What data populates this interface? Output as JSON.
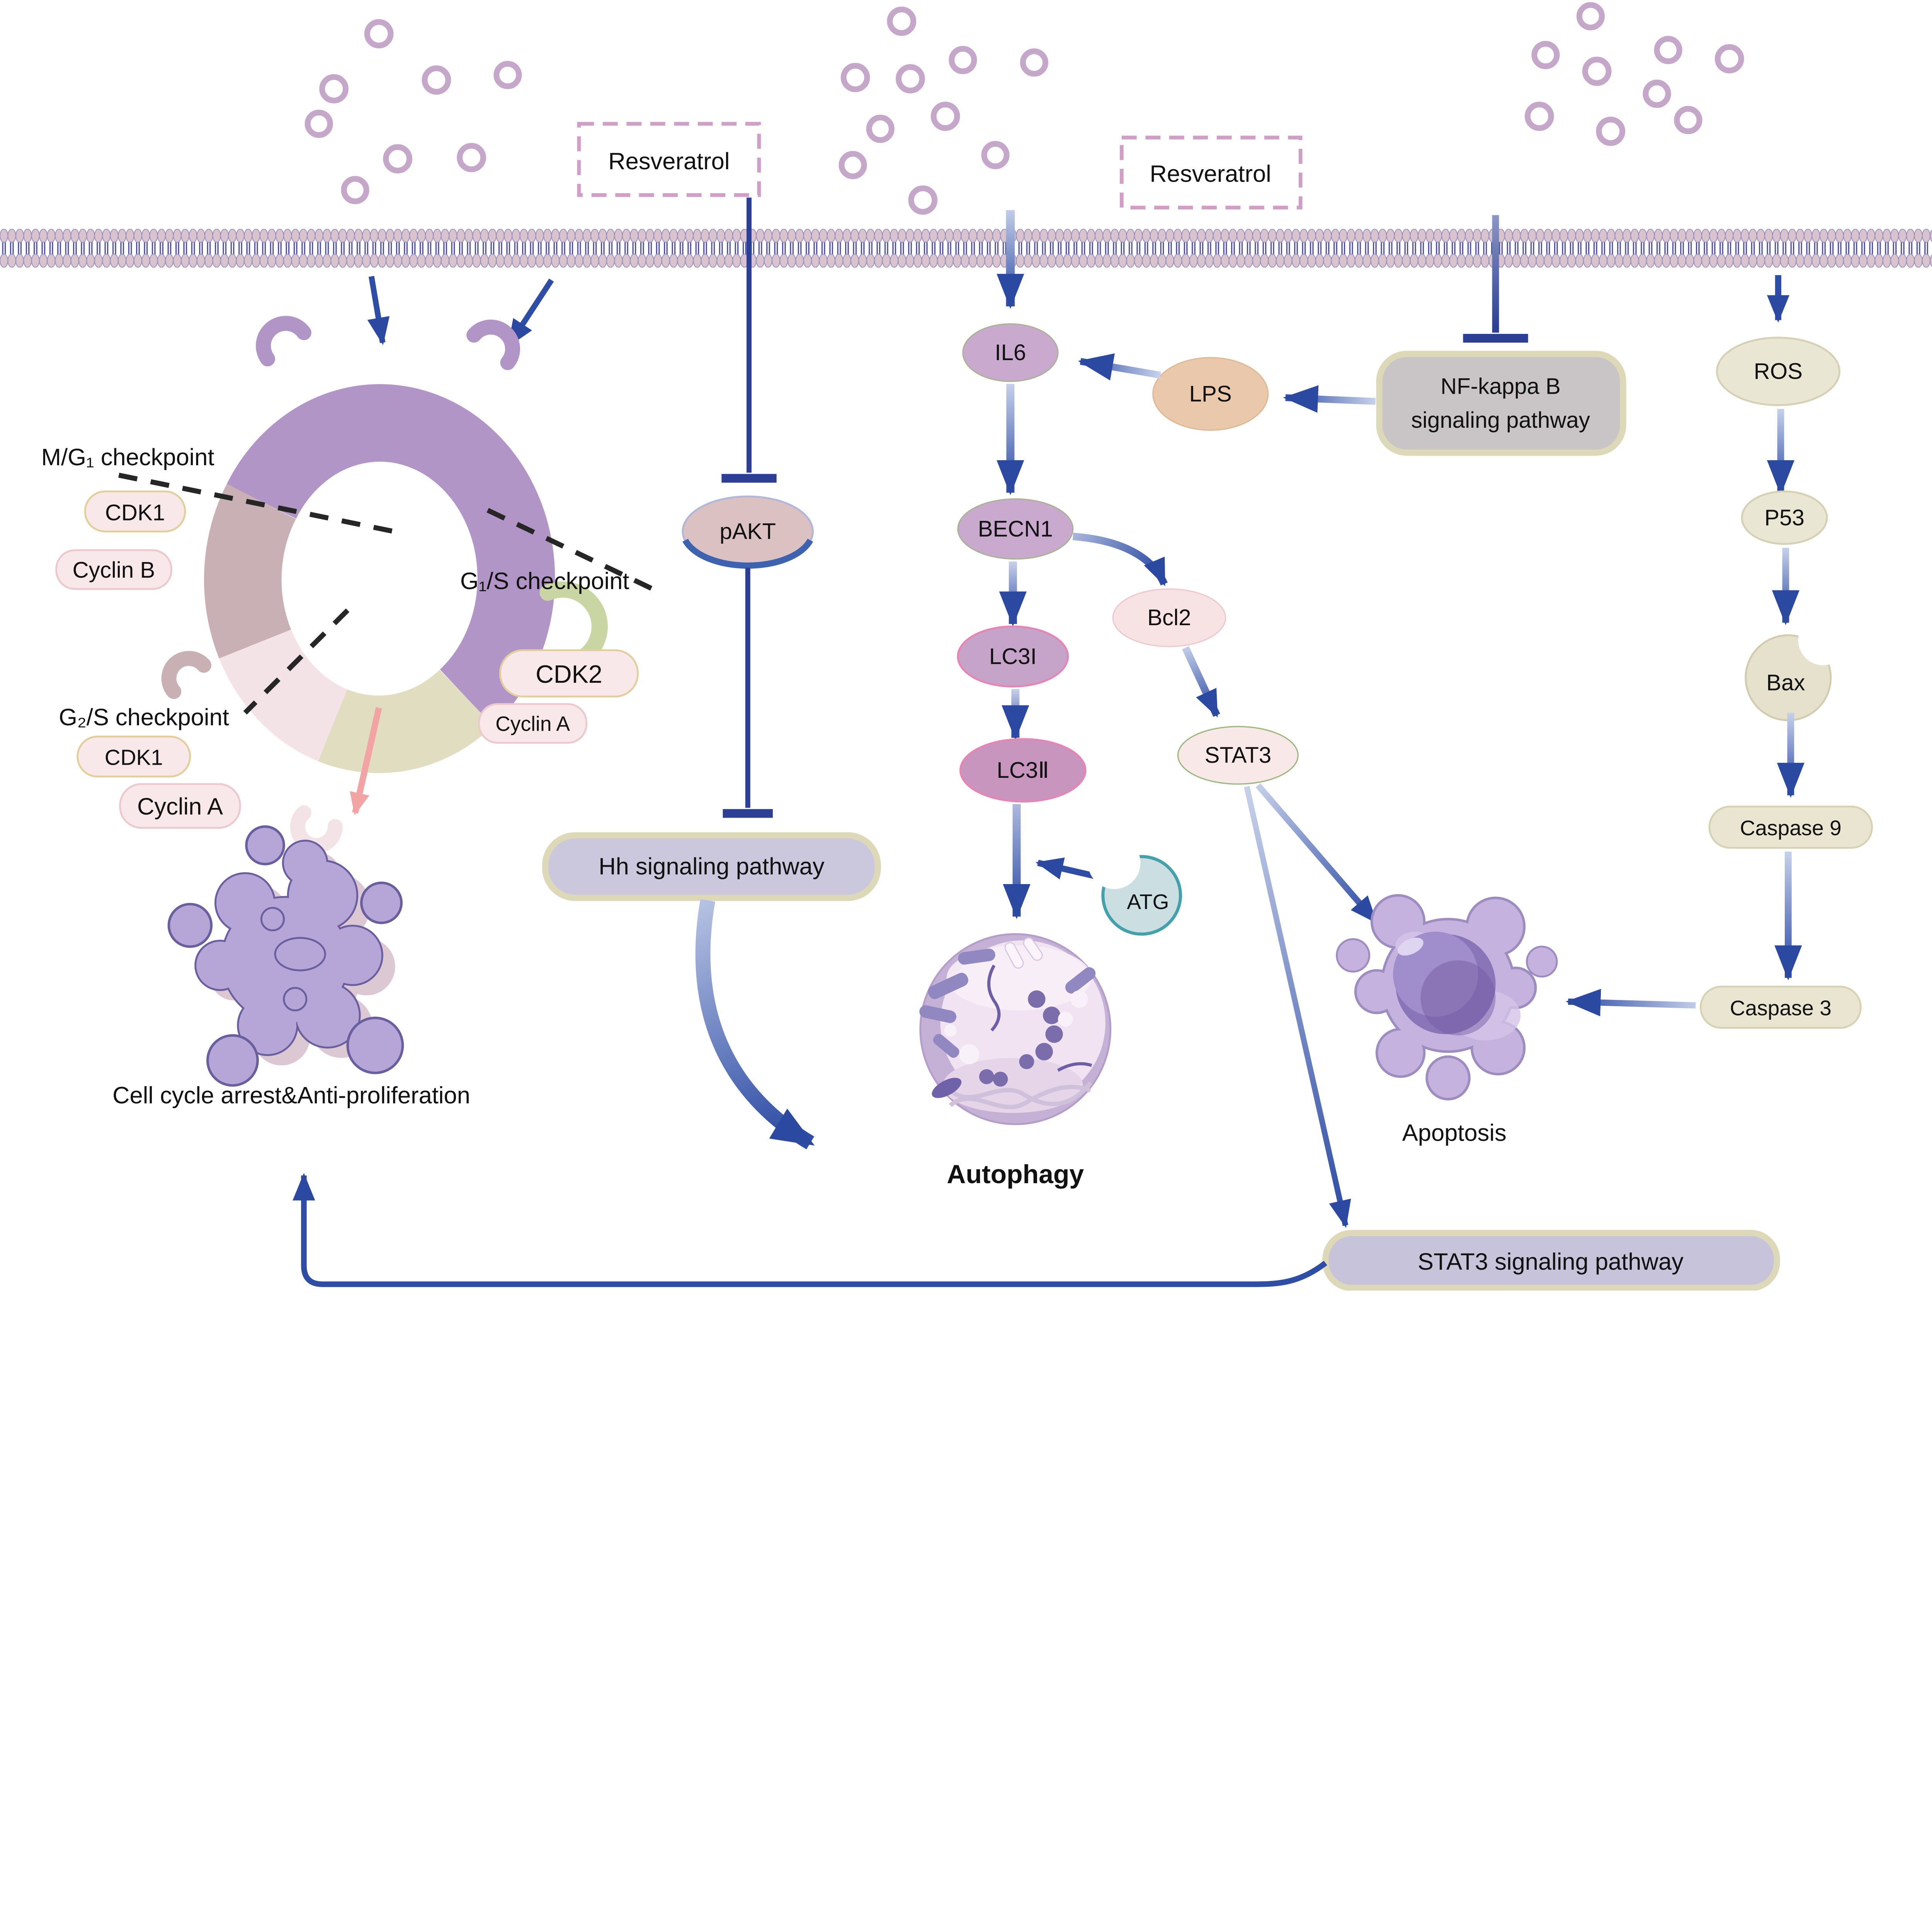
{
  "diagram": {
    "drug": {
      "left_box": "Resveratrol",
      "right_box": "Resveratrol"
    },
    "checkpoints": {
      "m_g1": "M/G₁ checkpoint",
      "g1_s": "G₁/S checkpoint",
      "g2_s": "G₂/S checkpoint"
    },
    "cell_cycle_factors": {
      "cdk1_top": "CDK1",
      "cyclin_b": "Cyclin B",
      "cdk2": "CDK2",
      "cyclin_a_right": "Cyclin A",
      "cdk1_bottom": "CDK1",
      "cyclin_a_bottom": "Cyclin A"
    },
    "nodes": {
      "pakt": "pAKT",
      "il6": "IL6",
      "becn1": "BECN1",
      "lc3i": "LC3I",
      "lc3ii": "LC3Ⅱ",
      "lps": "LPS",
      "bcl2": "Bcl2",
      "stat3": "STAT3",
      "ros": "ROS",
      "p53": "P53",
      "bax": "Bax",
      "caspase9": "Caspase 9",
      "caspase3": "Caspase 3",
      "atg": "ATG"
    },
    "pathway_boxes": {
      "hh": "Hh signaling pathway",
      "nfkb_line1": "NF-kappa B",
      "nfkb_line2": "signaling pathway",
      "stat3": "STAT3 signaling pathway"
    },
    "outcomes": {
      "cell_cycle_arrest": "Cell cycle arrest&Anti-proliferation",
      "autophagy": "Autophagy",
      "apoptosis": "Apoptosis"
    },
    "colors": {
      "arrow_blue": "#2e4da5",
      "arrow_blue_light": "#c7d1ea",
      "inhibition_navy": "#2c3f94",
      "ring_purple": "#b295c7",
      "ring_mauve": "#c9b0b4",
      "ring_pale_pink": "#f4e3e6",
      "ring_olive": "#e0ddc1",
      "ring_green_hook": "#c9d6a3",
      "membrane_head": "#d9c4cd",
      "membrane_tail": "#4f4fa0",
      "molecule_ring": "#c5a8c9",
      "node_purple": "#c9a9ce",
      "node_pink_border": "#e884b5",
      "node_pale_pink": "#f8e8ea",
      "node_beige": "#e9e6d3",
      "lps_tan": "#eac8ab",
      "atg_teal": "#43a1ab",
      "box_lavender": "#cbc8dd",
      "box_gray": "#c9c5c7",
      "box_border_cream": "#ddd9b8",
      "resveratrol_dash": "#cf9fc7",
      "pink_arrow": "#f2a3a3",
      "apoptosis_cell": "#c5b2de",
      "arrest_cell": "#b6a6d7"
    }
  }
}
